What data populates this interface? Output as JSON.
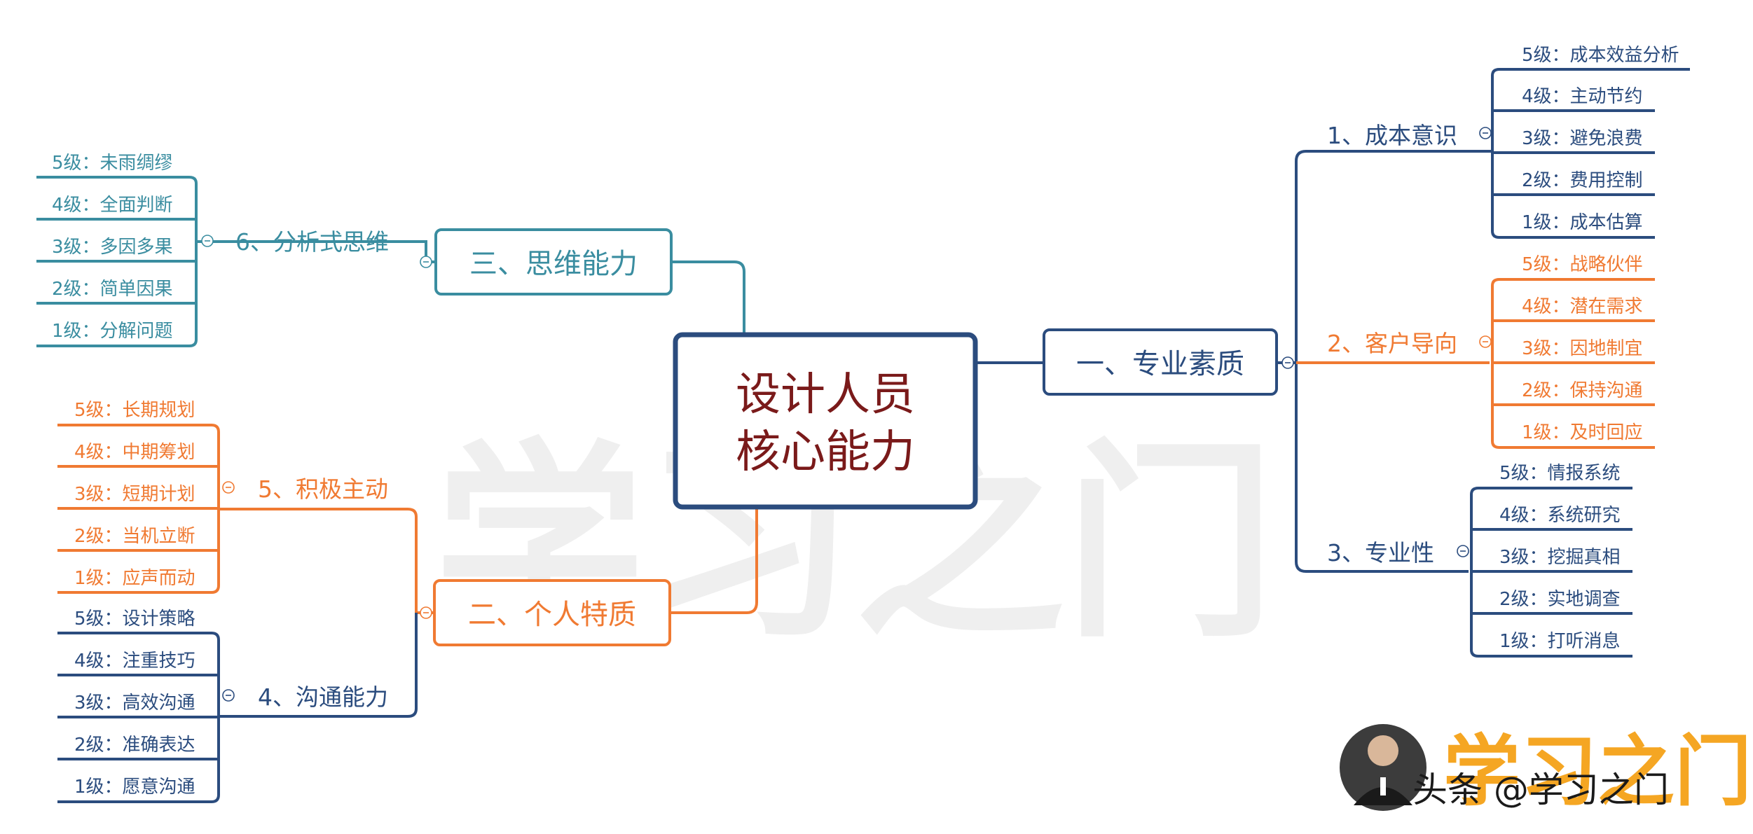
{
  "colors": {
    "blue": "#2B4C7E",
    "orange": "#F07A32",
    "teal": "#3A8DA0",
    "central_text": "#7A1A1A",
    "central_border": "#2B4C7E",
    "watermark": "#EFEFEF",
    "logo_orange": "#F5A623"
  },
  "central": {
    "line1": "设计人员",
    "line2": "核心能力"
  },
  "watermark": "学习之门",
  "branches": {
    "professional": {
      "title": "一、专业素质",
      "subs": [
        {
          "title": "1、成本意识",
          "levels": [
            "5级：成本效益分析",
            "4级：主动节约",
            "3级：避免浪费",
            "2级：费用控制",
            "1级：成本估算"
          ]
        },
        {
          "title": "2、客户导向",
          "levels": [
            "5级：战略伙伴",
            "4级：潜在需求",
            "3级：因地制宜",
            "2级：保持沟通",
            "1级：及时回应"
          ]
        },
        {
          "title": "3、专业性",
          "levels": [
            "5级：情报系统",
            "4级：系统研究",
            "3级：挖掘真相",
            "2级：实地调查",
            "1级：打听消息"
          ]
        }
      ]
    },
    "thinking": {
      "title": "三、思维能力",
      "subs": [
        {
          "title": "6、分析式思维",
          "levels": [
            "5级：未雨绸缪",
            "4级：全面判断",
            "3级：多因多果",
            "2级：简单因果",
            "1级：分解问题"
          ]
        }
      ]
    },
    "personal": {
      "title": "二、个人特质",
      "subs": [
        {
          "title": "5、积极主动",
          "levels": [
            "5级：长期规划",
            "4级：中期筹划",
            "3级：短期计划",
            "2级：当机立断",
            "1级：应声而动"
          ]
        },
        {
          "title": "4、沟通能力",
          "levels": [
            "5级：设计策略",
            "4级：注重技巧",
            "3级：高效沟通",
            "2级：准确表达",
            "1级：愿意沟通"
          ]
        }
      ]
    }
  },
  "credit": {
    "text": "头条 @学习之门",
    "logo_text": "学习之门"
  },
  "icons": {
    "collapse": "minus-circle-icon",
    "avatar": "person-avatar"
  }
}
